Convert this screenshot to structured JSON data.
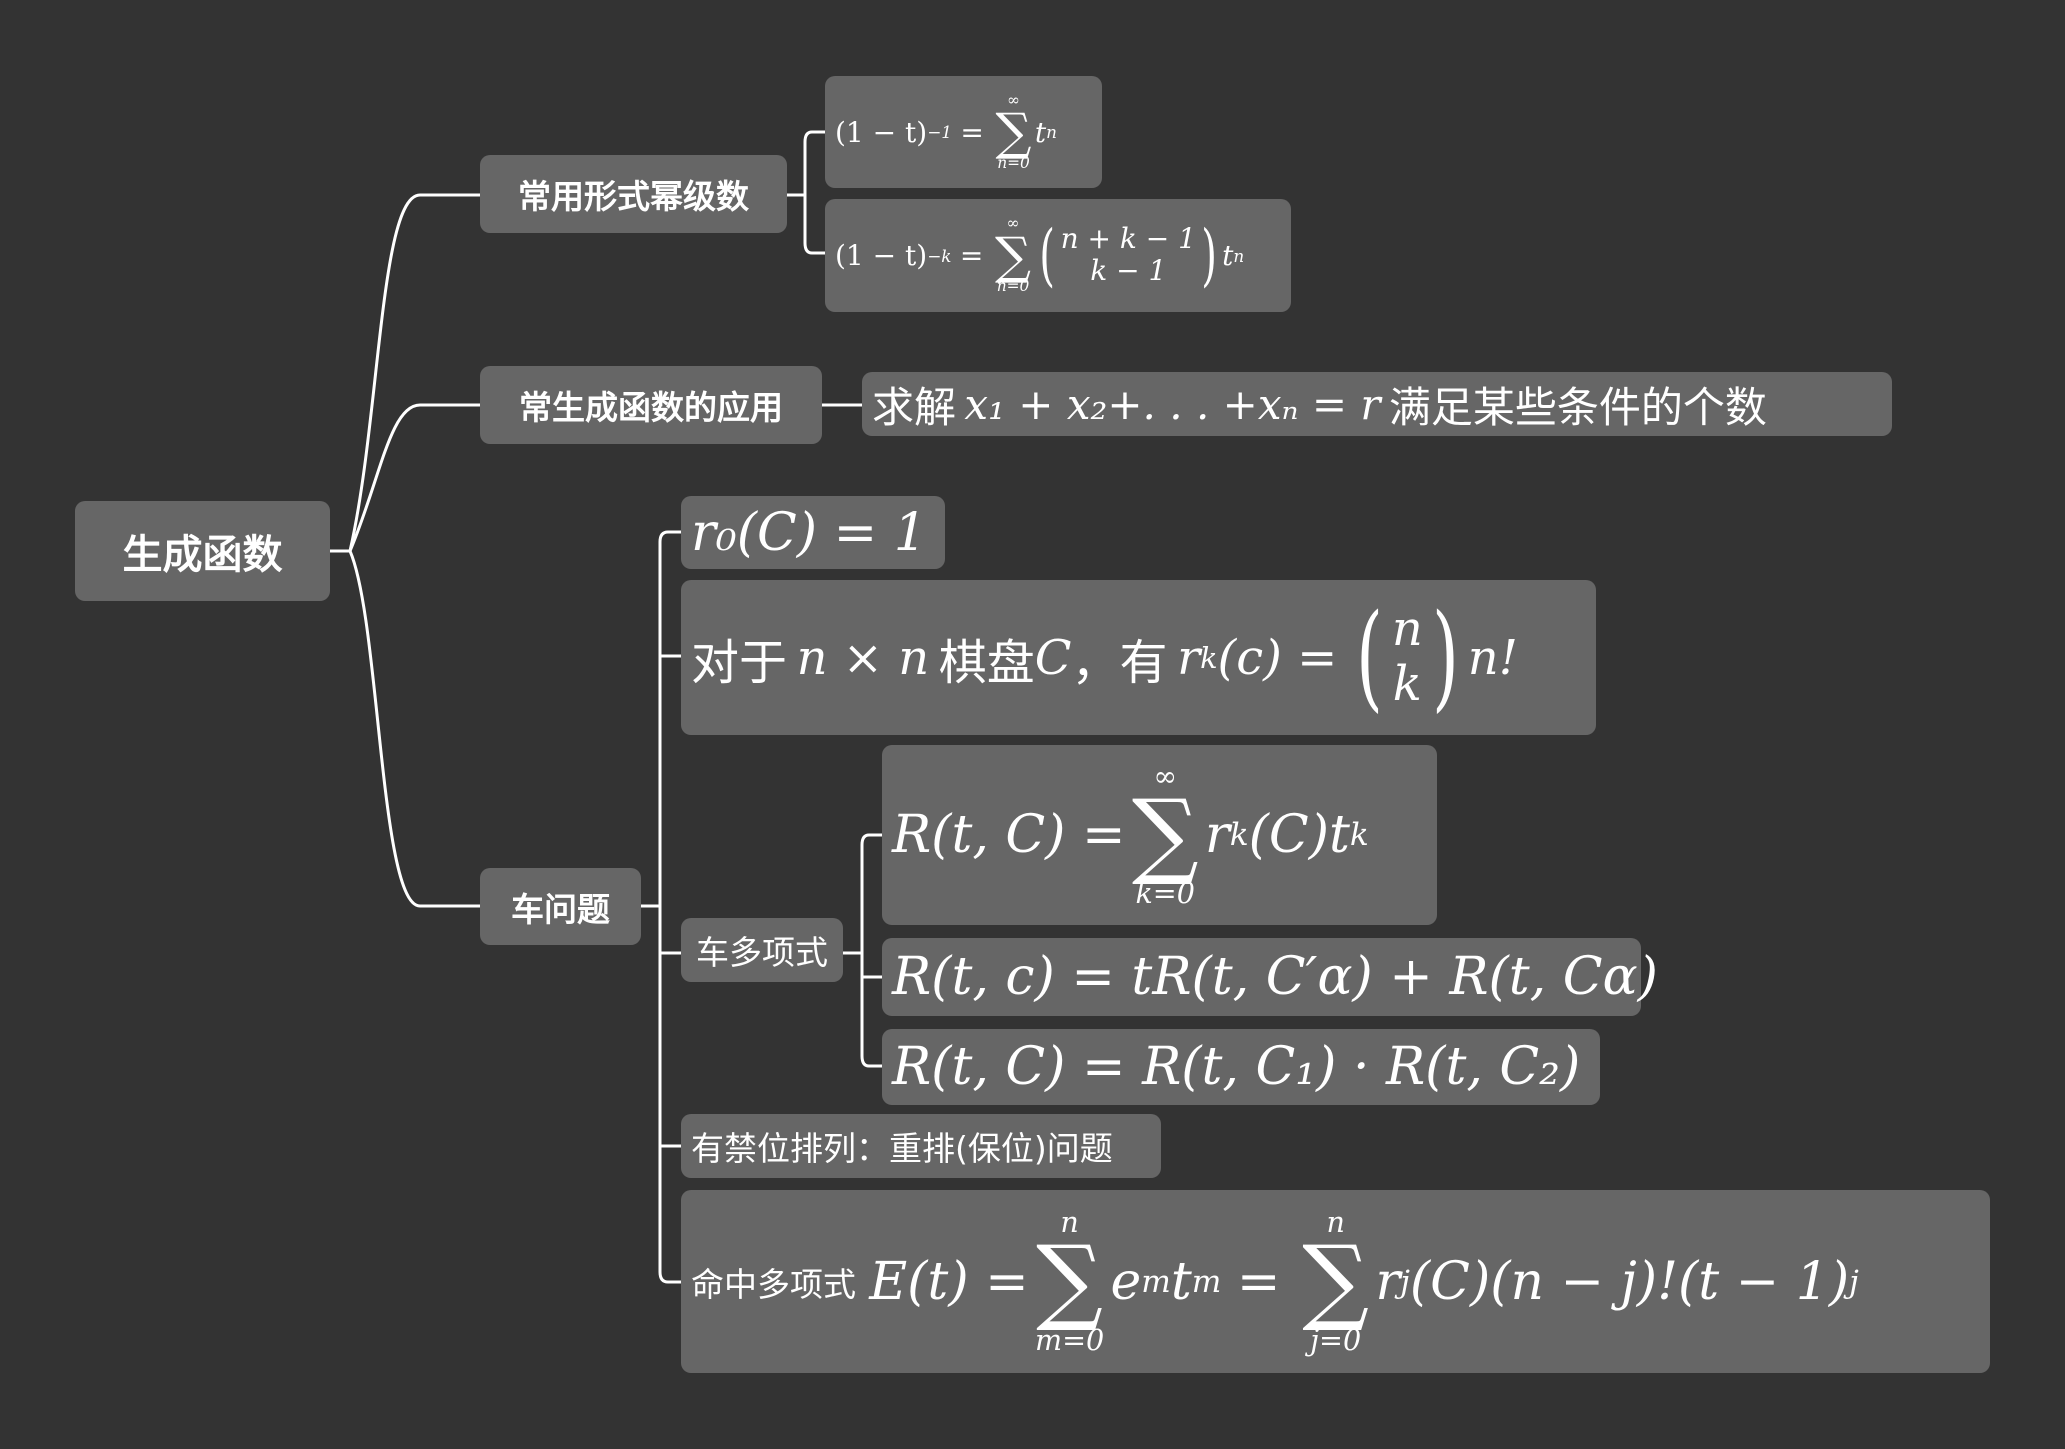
{
  "root": {
    "label": "生成函数"
  },
  "branches": {
    "power_series": {
      "label": "常用形式幂级数",
      "formula1": {
        "lhs": "(1 − t)",
        "exp": "−1",
        "eq": "=",
        "sum_top": "∞",
        "sum_bot": "n=0",
        "term": "t",
        "term_exp": "n"
      },
      "formula2": {
        "lhs": "(1 − t)",
        "exp": "−k",
        "eq": "=",
        "sum_top": "∞",
        "sum_bot": "n=0",
        "binom_top": "n + k − 1",
        "binom_bot": "k − 1",
        "term": "t",
        "term_exp": "n"
      }
    },
    "application": {
      "label": "常生成函数的应用",
      "text_pre": "求解",
      "eq": "x₁ + x₂+. . . +xₙ = r",
      "text_post": "满足某些条件的个数"
    },
    "rook": {
      "label": "车问题",
      "r0": "r₀(C) = 1",
      "board": {
        "pre": "对于",
        "mid": "n × n",
        "mid2": "棋盘",
        "c": "C",
        "comma": "，有",
        "rk": "r",
        "rk_sub": "k",
        "rk_arg": "(c) =",
        "binom_top": "n",
        "binom_bot": "k",
        "post": "n!"
      },
      "rook_poly": {
        "label": "车多项式",
        "f1": {
          "lhs": "R(t, C) =",
          "sum_top": "∞",
          "sum_bot": "k=0",
          "rhs": "r",
          "rhs_sub": "k",
          "rhs2": "(C)t",
          "rhs_exp": "k"
        },
        "f2": "R(t, c) = tR(t, C′α) + R(t, Cα)",
        "f3": "R(t, C) = R(t, C₁) · R(t, C₂)"
      },
      "restricted": {
        "label": "有禁位排列：重排(保位)问题"
      },
      "hit_poly": {
        "label": "命中多项式",
        "lhs": "E(t) =",
        "sum1_top": "n",
        "sum1_bot": "m=0",
        "mid": "e",
        "mid_sub": "m",
        "mid2": "t",
        "mid_exp": "m",
        "eq2": "=",
        "sum2_top": "n",
        "sum2_bot": "j=0",
        "rhs": "r",
        "rhs_sub": "j",
        "rhs2": "(C)(n − j)!(t − 1)",
        "rhs_exp": "j"
      }
    }
  },
  "colors": {
    "background": "#333333",
    "node": "#666666",
    "line": "#ffffff"
  }
}
